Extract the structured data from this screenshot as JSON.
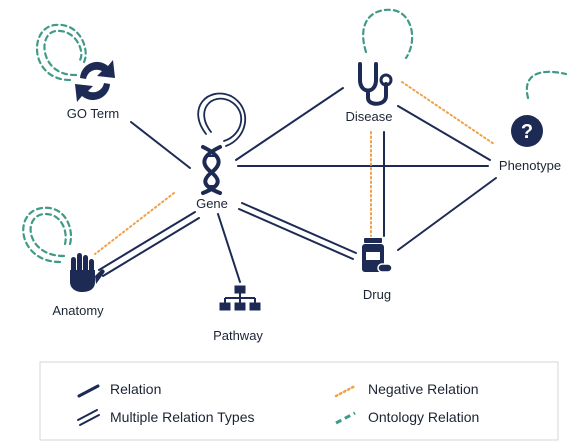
{
  "colors": {
    "navy": "#1d2a54",
    "ontology": "#3f9a86",
    "negative": "#f0a04b",
    "legend_border": "#d6d6d6",
    "text": "#1c2434"
  },
  "nodes": {
    "go_term": {
      "label": "GO Term",
      "icon": "refresh-arrows-icon"
    },
    "gene": {
      "label": "Gene",
      "icon": "dna-helix-icon"
    },
    "disease": {
      "label": "Disease",
      "icon": "stethoscope-icon"
    },
    "phenotype": {
      "label": "Phenotype",
      "icon": "question-mark-icon"
    },
    "anatomy": {
      "label": "Anatomy",
      "icon": "hand-icon"
    },
    "pathway": {
      "label": "Pathway",
      "icon": "hierarchy-icon"
    },
    "drug": {
      "label": "Drug",
      "icon": "pill-bottle-icon"
    }
  },
  "legend": {
    "relation": "Relation",
    "multiple": "Multiple Relation Types",
    "negative": "Negative Relation",
    "ontology": "Ontology Relation"
  }
}
